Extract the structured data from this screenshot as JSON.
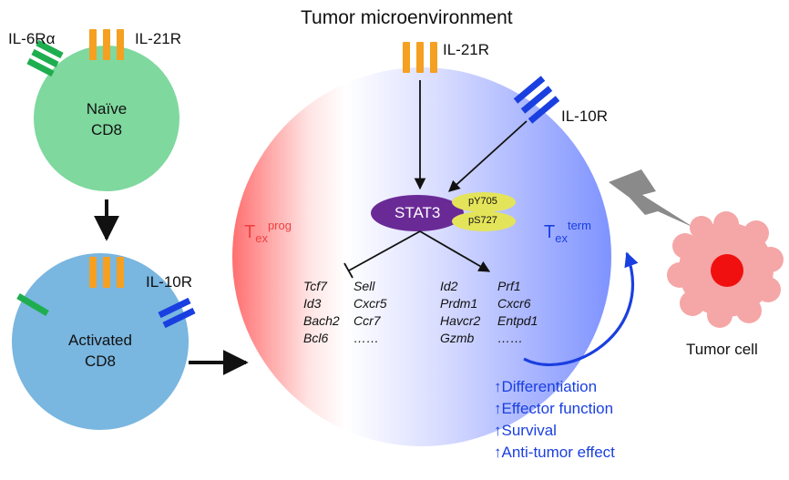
{
  "title": "Tumor microenvironment",
  "naive_cell": {
    "line1": "Naïve",
    "line2": "CD8"
  },
  "activated_cell": {
    "line1": "Activated",
    "line2": "CD8"
  },
  "receptors": {
    "il6ra": "IL-6Rα",
    "il21r_naive": "IL-21R",
    "il10r_activated": "IL-10R",
    "il21r_tme": "IL-21R",
    "il10r_tme": "IL-10R"
  },
  "stat3": {
    "label": "STAT3",
    "p1": "pY705",
    "p2": "pS727"
  },
  "tex_prog": {
    "main": "T",
    "sub": "ex",
    "sup": "prog"
  },
  "tex_term": {
    "main": "T",
    "sub": "ex",
    "sup": "term"
  },
  "genes_prog": {
    "col1": [
      "Tcf7",
      "Id3",
      "Bach2",
      "Bcl6"
    ],
    "col2": [
      "Sell",
      "Cxcr5",
      "Ccr7",
      "……"
    ]
  },
  "genes_term": {
    "col1": [
      "Id2",
      "Prdm1",
      "Havcr2",
      "Gzmb"
    ],
    "col2": [
      "Prf1",
      "Cxcr6",
      "Entpd1",
      "……"
    ]
  },
  "effects": [
    "↑Differentiation",
    "↑Effector function",
    "↑Survival",
    "↑Anti-tumor effect"
  ],
  "tumor_label": "Tumor cell",
  "colors": {
    "naive": "#7fd89e",
    "activated": "#79b6e0",
    "receptor_orange": "#f5a020",
    "receptor_green": "#1fae4f",
    "receptor_blue": "#1a3fe0",
    "stat3": "#6a2a96",
    "phospho": "#e4e45a",
    "prog_red": "#f04040",
    "term_blue": "#1a3fe0",
    "tumor_pink": "#f5a6a6",
    "tumor_nucleus": "#f01010"
  }
}
